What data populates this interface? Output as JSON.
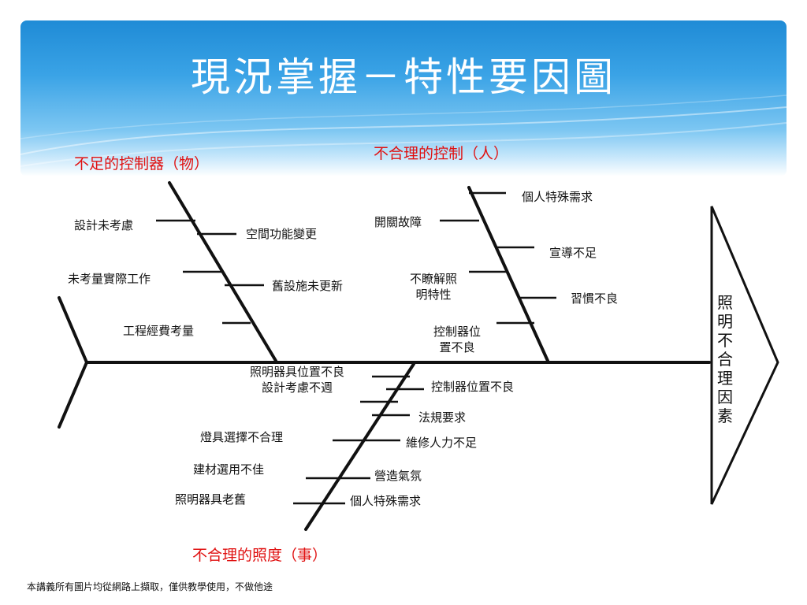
{
  "title": "現況掌握－特性要因圖",
  "categories": {
    "top_left": "不足的控制器（物）",
    "top_right": "不合理的控制（人）",
    "bottom": "不合理的照度（事）"
  },
  "effect": "照明不合理因素",
  "causes": {
    "c1": "設計未考慮",
    "c2": "空間功能變更",
    "c3": "未考量實際工作",
    "c4": "舊設施未更新",
    "c5": "工程經費考量",
    "c6": "個人特殊需求",
    "c7": "開關故障",
    "c8": "宣導不足",
    "c9": "不瞭解照",
    "c9b": "明特性",
    "c10": "習慣不良",
    "c11": "控制器位",
    "c11b": "置不良",
    "c12": "照明器具位置不良",
    "c12b": "設計考慮不週",
    "c13": "控制器位置不良",
    "c14": "法規要求",
    "c15": "燈具選擇不合理",
    "c16": "維修人力不足",
    "c17": "建材選用不佳",
    "c18": "營造氣氛",
    "c19": "照明器具老舊",
    "c20": "個人特殊需求"
  },
  "footer": "本講義所有圖片均從網路上擷取，僅供教學使用，不做他途"
}
